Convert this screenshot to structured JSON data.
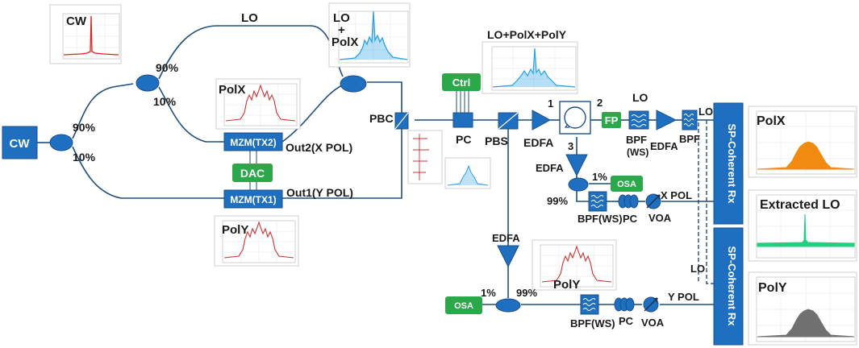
{
  "labels": {
    "cw_source": "CW",
    "cw_spectrum": "CW",
    "lo_path": "LO",
    "split_90_top": "90%",
    "split_10_top": "10%",
    "split_90_left": "90%",
    "split_10_left": "10%",
    "lo_polx_line1": "LO",
    "lo_polx_line2": "+",
    "lo_polx_line3": "PolX",
    "polx_spectrum": "PolX",
    "mzm_tx2": "MZM(TX2)",
    "out2": "Out2(X POL)",
    "dac": "DAC",
    "mzm_tx1": "MZM(TX1)",
    "out1": "Out1(Y POL)",
    "poly_spectrum": "PolY",
    "pbc": "PBC",
    "ctrl": "Ctrl",
    "pc": "PC",
    "pbs": "PBS",
    "lo_polx_poly": "LO+PolX+PolY",
    "edfa_main": "EDFA",
    "port1": "1",
    "port2": "2",
    "port3": "3",
    "fp": "FP",
    "lo_right": "LO",
    "bpf_ws_line1": "BPF",
    "bpf_ws_line2": "(WS)",
    "edfa_right": "EDFA",
    "bpf_right": "BPF",
    "lo_rx_top": "LO",
    "edfa_x": "EDFA",
    "pct1_x": "1%",
    "osa_x": "OSA",
    "pct99_x": "99%",
    "bpf_ws_x": "BPF(WS)",
    "pc_x": "PC",
    "x_pol": "X POL",
    "voa_x": "VOA",
    "edfa_y": "EDFA",
    "poly_lower": "PolY",
    "pct1_y": "1%",
    "pct99_y": "99%",
    "osa_y": "OSA",
    "bpf_ws_y": "BPF(WS)",
    "pc_y": "PC",
    "voa_y": "VOA",
    "y_pol": "Y POL",
    "lo_rx_bottom": "LO",
    "rx_top": "SP-Coherent Rx",
    "rx_bottom": "SP-Coherent Rx",
    "result_polx": "PolX",
    "result_lo": "Extracted LO",
    "result_poly": "PolY"
  },
  "colors": {
    "component_blue": "#1f6fc0",
    "control_green": "#2aa84a",
    "spectrum_cw": "#e02020",
    "spectrum_lo_polx": "#2aa0e8",
    "spectrum_polx_result": "#f08a10",
    "spectrum_lo_result": "#20d080",
    "spectrum_poly_result": "#707070",
    "spectrum_tx": "#d03030"
  }
}
